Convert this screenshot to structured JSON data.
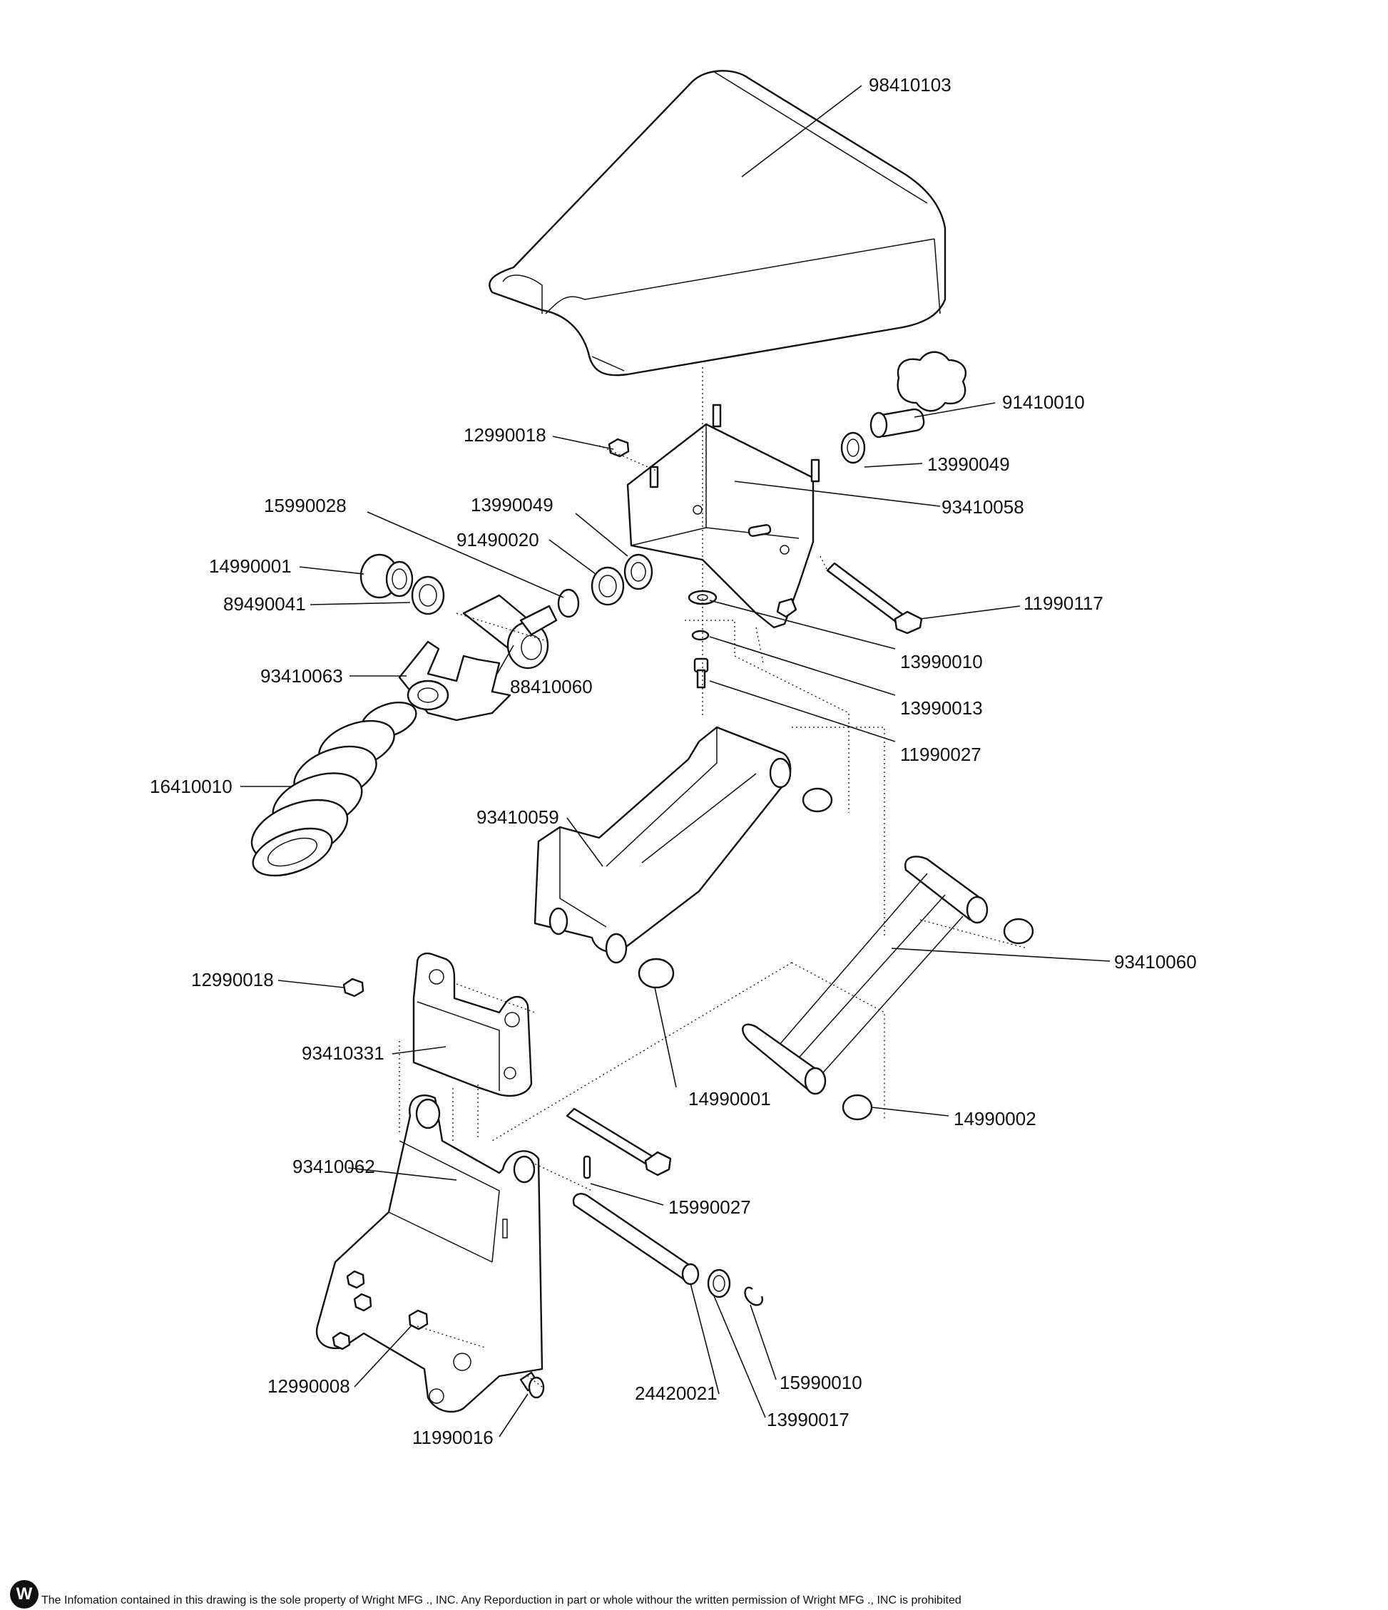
{
  "parts": {
    "seat_pan": "98410103",
    "knob": "91410010",
    "knob_washer": "13990049",
    "nut_top": "12990018",
    "bracket": "93410058",
    "washer_left": "13990049",
    "spacer_left": "91490020",
    "clip_left": "15990028",
    "bushing_left": "14990001",
    "bushing_small": "89490041",
    "adjuster_shaft": "88410060",
    "spring_cup": "93410063",
    "spring": "16410010",
    "bolt_long": "11990117",
    "washer_flat": "13990010",
    "lock_washer": "13990013",
    "bolt_short": "11990027",
    "link_arm": "93410059",
    "rear_link": "93410060",
    "nut_lower": "12990018",
    "mount_plate": "93410331",
    "bushing_lower": "14990001",
    "bushing_rear": "14990002",
    "frame": "93410062",
    "pin_roll": "15990027",
    "nut_frame": "12990008",
    "pin_long": "24420021",
    "clip_e": "15990010",
    "washer_pin": "13990017",
    "bolt_frame": "11990016"
  },
  "footer": {
    "logo": "W",
    "notice": "The Infomation contained in this drawing is the sole property of Wright MFG ., INC. Any Reporduction in part or whole withour the written permission of Wright MFG ., INC is prohibited"
  }
}
